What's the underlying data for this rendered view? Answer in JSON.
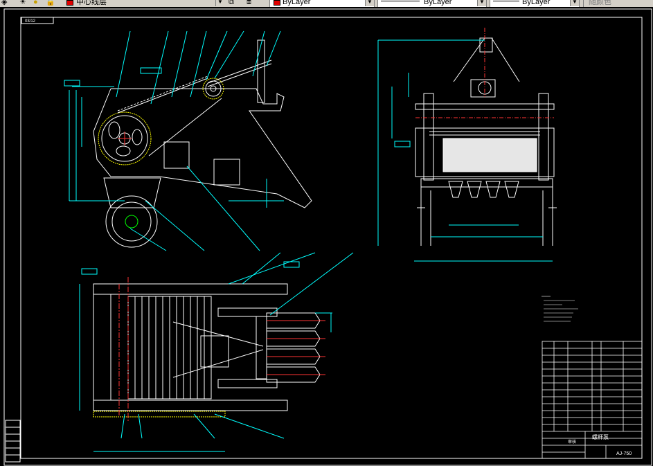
{
  "toolbar": {
    "layer_name": "中心线层",
    "color_value": "ByLayer",
    "linetype_value": "ByLayer",
    "lineweight_value": "ByLayer",
    "plotstyle_value": "随颜色"
  },
  "drawing": {
    "frame_tag": "03/12",
    "drawing_number": "AJ-750",
    "title_block_label": "螺杆泵",
    "approval_label": "审核"
  },
  "colors": {
    "background": "#000000",
    "outline": "#ffffff",
    "dimension": "#00ffff",
    "centerline": "#ff3333",
    "hidden": "#ffff00",
    "accent": "#00ff00"
  }
}
